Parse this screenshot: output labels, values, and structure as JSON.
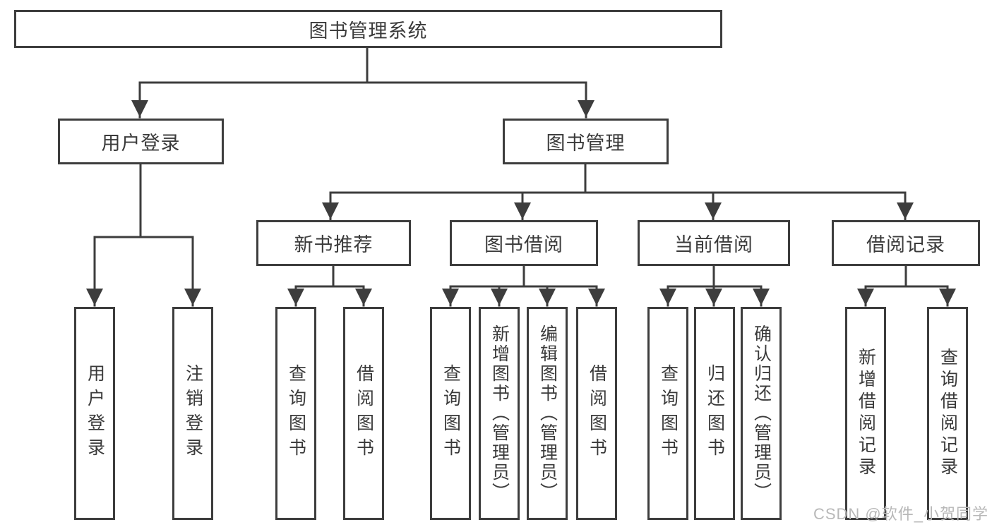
{
  "diagram": {
    "root": {
      "label": "图书管理系统"
    },
    "branches": [
      {
        "label": "用户登录",
        "children": [
          {
            "label": "用户登录"
          },
          {
            "label": "注销登录"
          }
        ]
      },
      {
        "label": "图书管理",
        "children": [
          {
            "label": "新书推荐",
            "children": [
              {
                "label": "查询图书"
              },
              {
                "label": "借阅图书"
              }
            ]
          },
          {
            "label": "图书借阅",
            "children": [
              {
                "label": "查询图书"
              },
              {
                "label": "新增图书（管理员）"
              },
              {
                "label": "编辑图书（管理员）"
              },
              {
                "label": "借阅图书"
              }
            ]
          },
          {
            "label": "当前借阅",
            "children": [
              {
                "label": "查询图书"
              },
              {
                "label": "归还图书"
              },
              {
                "label": "确认归还（管理员）"
              }
            ]
          },
          {
            "label": "借阅记录",
            "children": [
              {
                "label": "新增借阅记录"
              },
              {
                "label": "查询借阅记录"
              }
            ]
          }
        ]
      }
    ]
  },
  "watermark": {
    "text": "CSDN @软件_小贺同学"
  },
  "colors": {
    "line": "#3d3d3d",
    "text": "#3a3a3a",
    "background": "#ffffff",
    "watermark": "#b8b8b8"
  }
}
